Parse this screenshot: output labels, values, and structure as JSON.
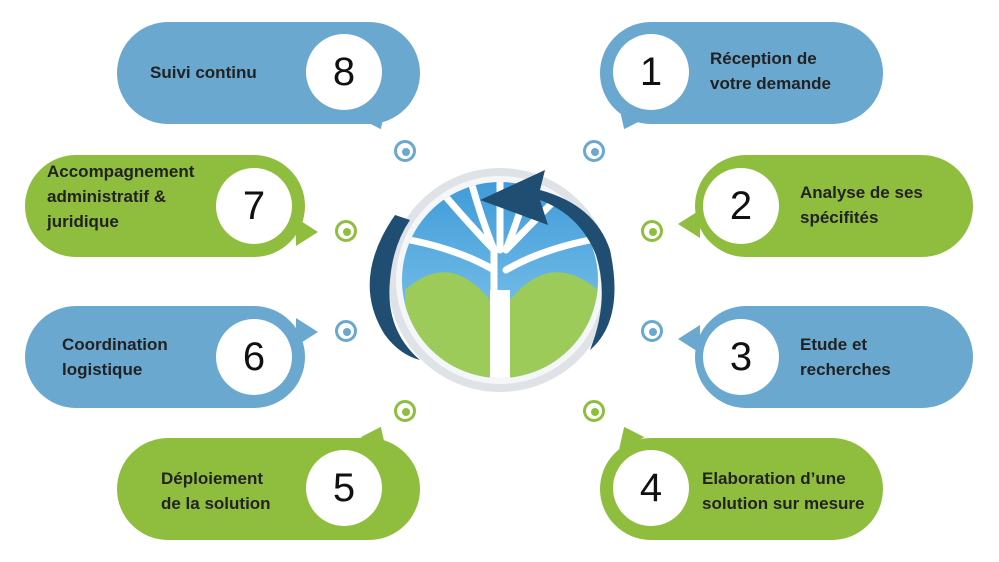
{
  "steps": [
    {
      "number": "1",
      "lines": [
        "Réception de",
        "votre demande"
      ],
      "color": "#6aa8d0"
    },
    {
      "number": "2",
      "lines": [
        "Analyse de ses",
        "spécifités"
      ],
      "color": "#8fbe3f"
    },
    {
      "number": "3",
      "lines": [
        "Etude et",
        "recherches"
      ],
      "color": "#6aa8d0"
    },
    {
      "number": "4",
      "lines": [
        "Elaboration d’une",
        "solution sur mesure"
      ],
      "color": "#8fbe3f"
    },
    {
      "number": "5",
      "lines": [
        "Déploiement",
        "de la solution"
      ],
      "color": "#8fbe3f"
    },
    {
      "number": "6",
      "lines": [
        "Coordination",
        "logistique"
      ],
      "color": "#6aa8d0"
    },
    {
      "number": "7",
      "lines": [
        "Accompagnement",
        "administratif &",
        "juridique"
      ],
      "color": "#8fbe3f"
    },
    {
      "number": "8",
      "lines": [
        "Suivi continu"
      ],
      "color": "#6aa8d0"
    }
  ],
  "center_logo": {
    "icon": "tree-globe-icon",
    "arrow_icon": "cycle-arrow-icon",
    "sky_color": "#5aaee0",
    "leaf_color": "#9dcb5a",
    "arrow_color": "#1f4e72"
  }
}
